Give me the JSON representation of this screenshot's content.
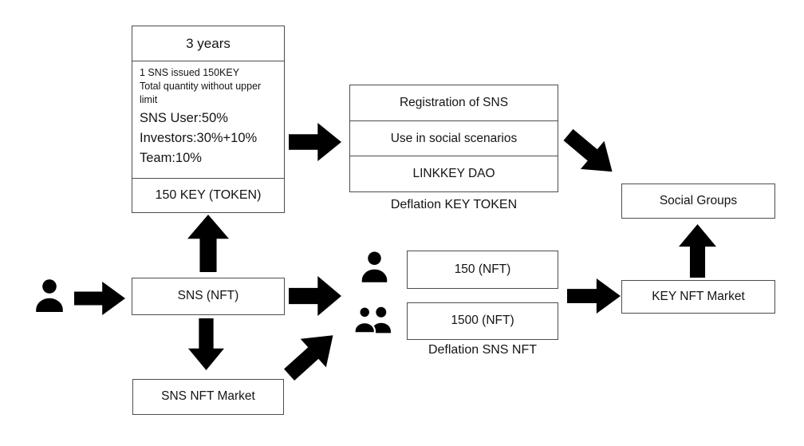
{
  "diagram": {
    "token_box": {
      "duration": "3 years",
      "issue_line1": "1 SNS issued 150KEY",
      "issue_line2": "Total quantity without upper limit",
      "alloc_user": "SNS User:50%",
      "alloc_investors": "Investors:30%+10%",
      "alloc_team": "Team:10%",
      "footer": "150 KEY (TOKEN)"
    },
    "key_stack": {
      "rows": [
        "Registration of SNS",
        "Use in social scenarios",
        "LINKKEY DAO"
      ],
      "caption": "Deflation KEY TOKEN"
    },
    "nft_stack": {
      "row_single": "150 (NFT)",
      "row_group": "1500 (NFT)",
      "caption": "Deflation SNS NFT"
    },
    "boxes": {
      "sns_nft": "SNS (NFT)",
      "sns_nft_market": "SNS NFT Market",
      "key_nft_market": "KEY NFT Market",
      "social_groups": "Social Groups"
    },
    "icons": {
      "left_user": "user-icon",
      "single_holder": "user-icon",
      "group_holder": "users-icon"
    },
    "colors": {
      "ink": "#000000",
      "border": "#4d4d4d",
      "background": "#ffffff"
    }
  }
}
